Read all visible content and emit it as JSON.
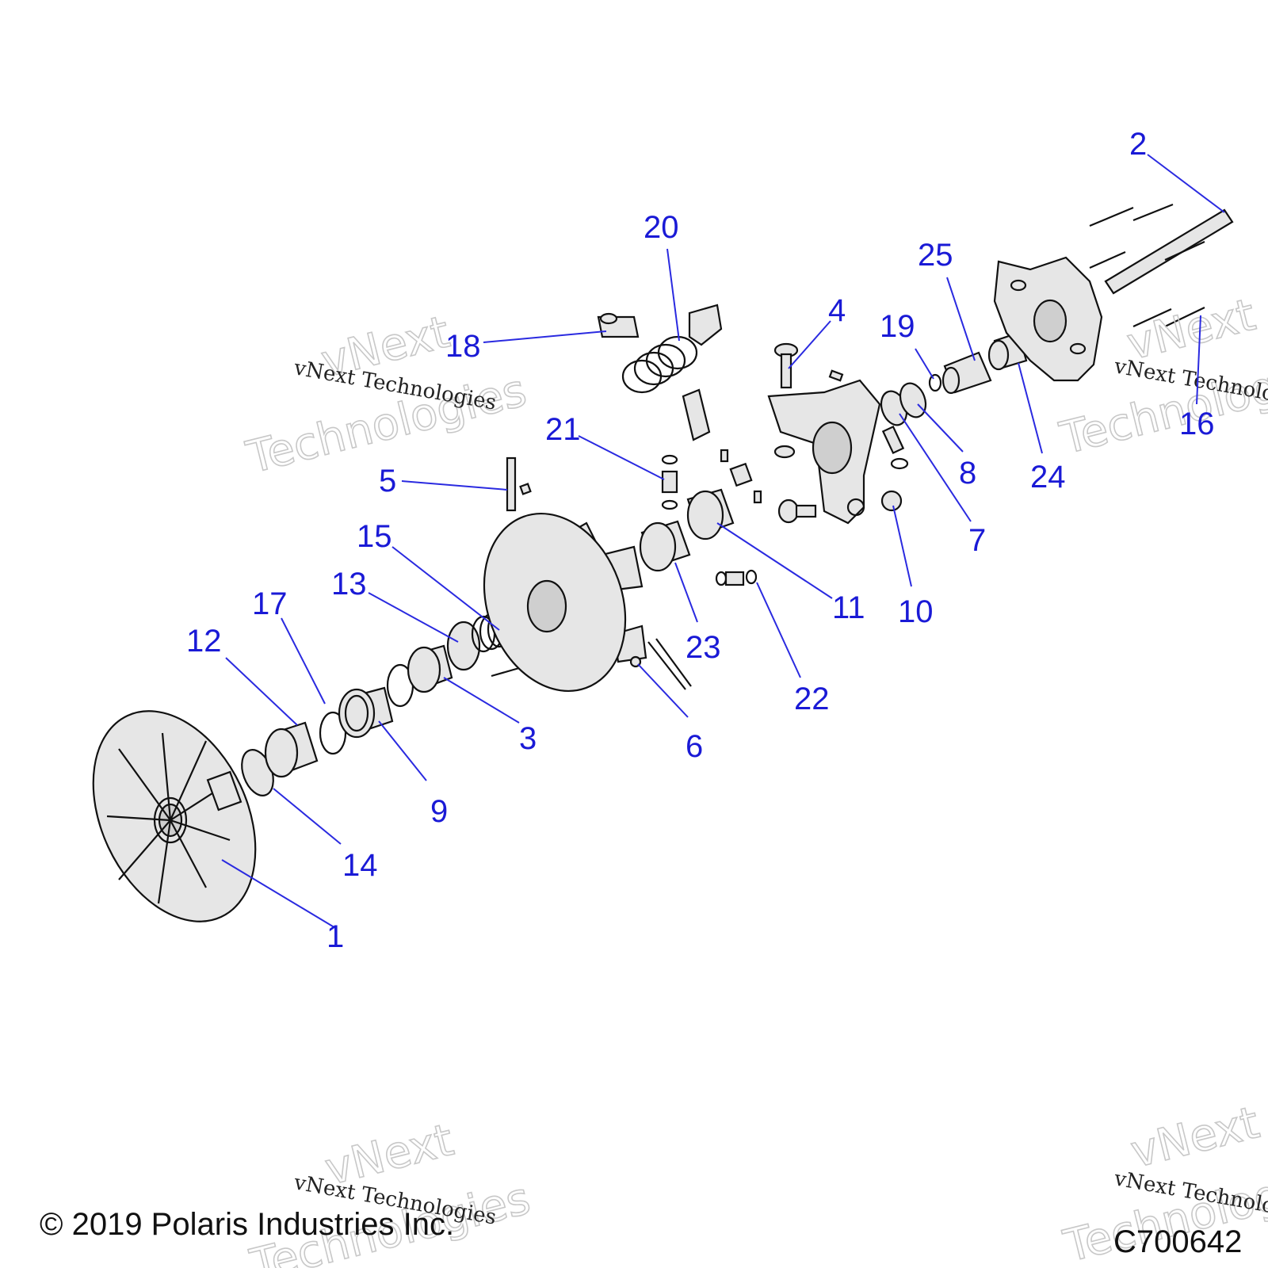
{
  "callouts": [
    {
      "id": "1",
      "label": "1"
    },
    {
      "id": "2",
      "label": "2"
    },
    {
      "id": "3",
      "label": "3"
    },
    {
      "id": "4",
      "label": "4"
    },
    {
      "id": "5",
      "label": "5"
    },
    {
      "id": "6",
      "label": "6"
    },
    {
      "id": "7",
      "label": "7"
    },
    {
      "id": "8",
      "label": "8"
    },
    {
      "id": "9",
      "label": "9"
    },
    {
      "id": "10",
      "label": "10"
    },
    {
      "id": "11",
      "label": "11"
    },
    {
      "id": "12",
      "label": "12"
    },
    {
      "id": "13",
      "label": "13"
    },
    {
      "id": "14",
      "label": "14"
    },
    {
      "id": "15",
      "label": "15"
    },
    {
      "id": "16",
      "label": "16"
    },
    {
      "id": "17",
      "label": "17"
    },
    {
      "id": "18",
      "label": "18"
    },
    {
      "id": "19",
      "label": "19"
    },
    {
      "id": "20",
      "label": "20"
    },
    {
      "id": "21",
      "label": "21"
    },
    {
      "id": "22",
      "label": "22"
    },
    {
      "id": "23",
      "label": "23"
    },
    {
      "id": "24",
      "label": "24"
    },
    {
      "id": "25",
      "label": "25"
    }
  ],
  "watermark": {
    "big_line1": "vNext",
    "big_line2": "Technologies",
    "small": "vNext Technologies"
  },
  "footer": {
    "copyright": "© 2019 Polaris Industries Inc.",
    "diagram_code": "C700642"
  },
  "colors": {
    "callout": "#1a1ad6",
    "leader": "#2a2ae0",
    "part_fill": "#e6e6e6",
    "outline": "#111111"
  }
}
